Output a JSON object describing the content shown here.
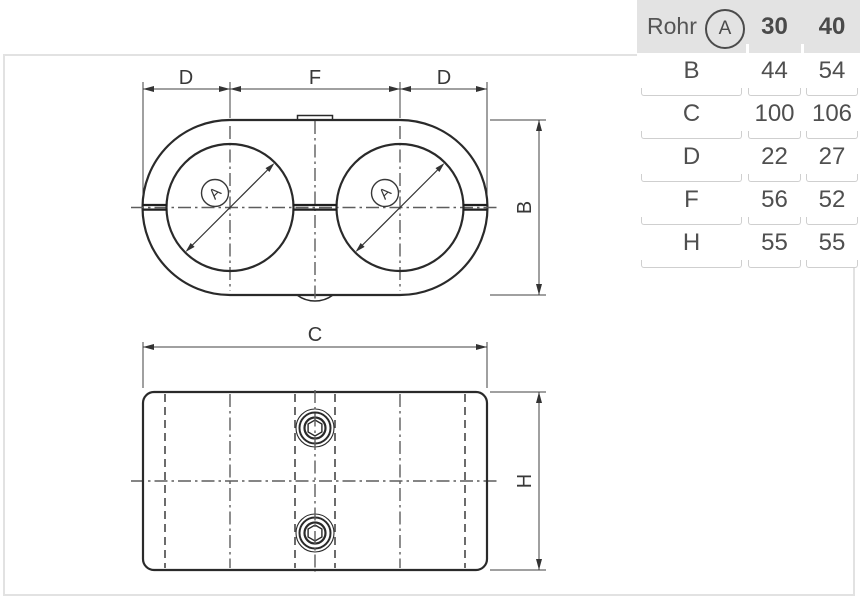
{
  "window": {
    "background_color": "#ffffff",
    "frame_border_color": "#e2e2e2"
  },
  "table": {
    "header": {
      "label": "Rohr",
      "symbol": "A",
      "size_columns": [
        "30",
        "40"
      ],
      "background_color": "#e3e3e3",
      "text_color": "#4a4a4a"
    },
    "rows": [
      {
        "label": "B",
        "values": [
          "44",
          "54"
        ]
      },
      {
        "label": "C",
        "values": [
          "100",
          "106"
        ]
      },
      {
        "label": "D",
        "values": [
          "22",
          "27"
        ]
      },
      {
        "label": "F",
        "values": [
          "56",
          "52"
        ]
      },
      {
        "label": "H",
        "values": [
          "55",
          "55"
        ]
      }
    ],
    "row_underline_color": "#cfcfcf"
  },
  "drawing": {
    "line_color": "#2a2a2a",
    "centerline_color": "#5d5d5d",
    "dimension_color": "#404040",
    "top_view": {
      "dim_left": "D",
      "dim_center": "F",
      "dim_right": "D",
      "dim_height": "B",
      "bore_symbol": "A"
    },
    "bottom_view": {
      "dim_width": "C",
      "dim_height": "H"
    }
  }
}
